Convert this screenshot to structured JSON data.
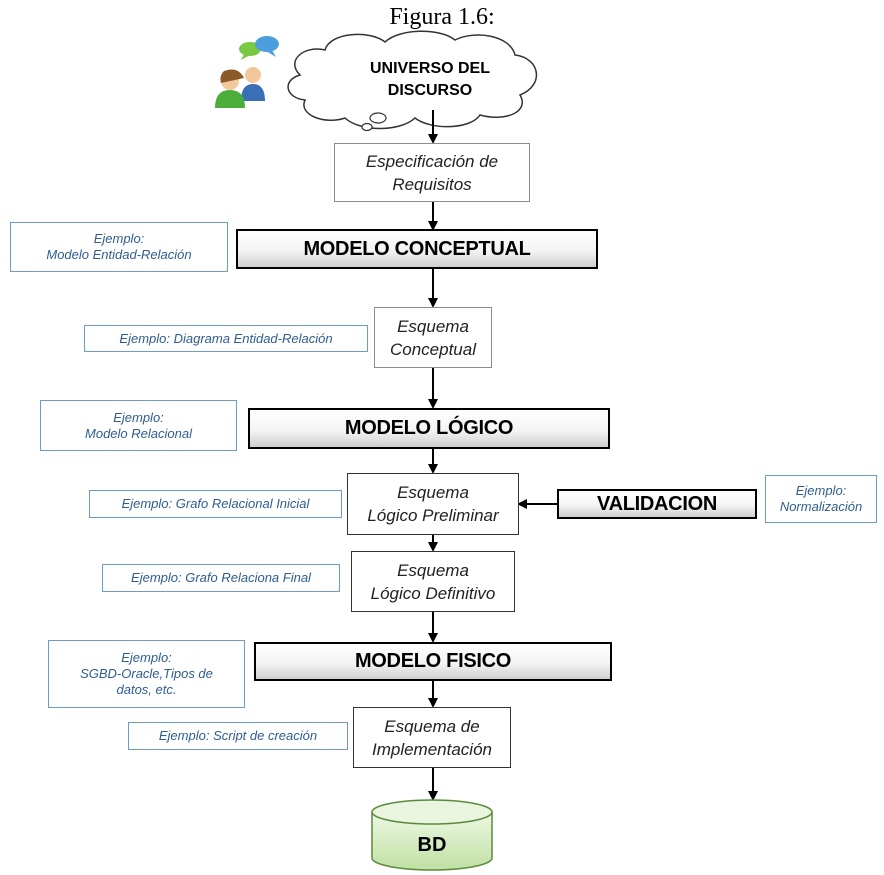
{
  "caption": "Figura 1.6:",
  "cloud": {
    "line1": "UNIVERSO DEL",
    "line2": "DISCURSO"
  },
  "steps": {
    "requisitos": {
      "line1": "Especificación de",
      "line2": "Requisitos"
    },
    "modelo_conceptual": "MODELO CONCEPTUAL",
    "esquema_conceptual": {
      "line1": "Esquema",
      "line2": "Conceptual"
    },
    "modelo_logico": "MODELO LÓGICO",
    "logico_preliminar": {
      "line1": "Esquema",
      "line2": "Lógico Preliminar"
    },
    "validacion": "VALIDACION",
    "logico_definitivo": {
      "line1": "Esquema",
      "line2": "Lógico Definitivo"
    },
    "modelo_fisico": "MODELO FISICO",
    "implementacion": {
      "line1": "Esquema de",
      "line2": "Implementación"
    },
    "bd": "BD"
  },
  "examples": {
    "conceptual": {
      "line1": "Ejemplo:",
      "line2": "Modelo  Entidad-Relación"
    },
    "diagrama": "Ejemplo:  Diagrama  Entidad-Relación",
    "relacional": {
      "line1": "Ejemplo:",
      "line2": "Modelo  Relacional"
    },
    "grafo_inicial": "Ejemplo:  Grafo  Relacional  Inicial",
    "normalizacion": {
      "line1": "Ejemplo:",
      "line2": "Normalización"
    },
    "grafo_final": "Ejemplo:  Grafo  Relaciona  Final",
    "fisico": {
      "line1": "Ejemplo:",
      "line2": "SGBD-Oracle,Tipos  de",
      "line3": "datos,  etc."
    },
    "script": "Ejemplo:  Script de creación"
  },
  "icon": "people-chat-icon",
  "colors": {
    "example_border": "#6f9bc9",
    "example_text": "#2f5d91",
    "db_fill": "#d6ecc2"
  }
}
